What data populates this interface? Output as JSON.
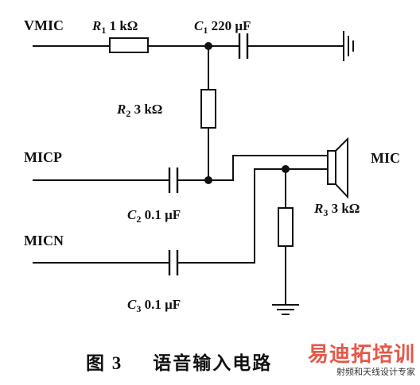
{
  "nets": {
    "vmic": "VMIC",
    "micp": "MICP",
    "micn": "MICN",
    "mic": "MIC"
  },
  "components": {
    "r1": {
      "ref": "R",
      "sub": "1",
      "value": " 1 kΩ"
    },
    "c1": {
      "ref": "C",
      "sub": "1",
      "value": " 220 μF"
    },
    "r2": {
      "ref": "R",
      "sub": "2",
      "value": " 3 kΩ"
    },
    "c2": {
      "ref": "C",
      "sub": "2",
      "value": " 0.1 μF"
    },
    "r3": {
      "ref": "R",
      "sub": "3",
      "value": " 3 kΩ"
    },
    "c3": {
      "ref": "C",
      "sub": "3",
      "value": " 0.1 μF"
    }
  },
  "caption": {
    "figure": "图 3",
    "title": "语音输入电路"
  },
  "watermark": {
    "main": "易迪拓培训",
    "sub": "射频和天线设计专家"
  }
}
